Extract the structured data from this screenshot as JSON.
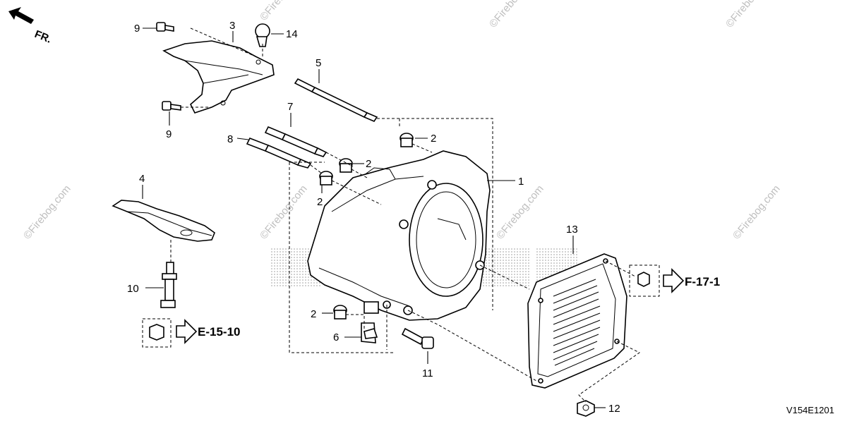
{
  "watermark": "©Firebog.com",
  "direction_label": "FR.",
  "references": {
    "right": "F-17-1",
    "left": "E-15-10"
  },
  "diagram_code": "V154E1201",
  "callouts": {
    "c1": "1",
    "c2a": "2",
    "c2b": "2",
    "c2c": "2",
    "c2d": "2",
    "c3": "3",
    "c4": "4",
    "c5": "5",
    "c6": "6",
    "c7": "7",
    "c8": "8",
    "c9a": "9",
    "c9b": "9",
    "c10": "10",
    "c11": "11",
    "c12": "12",
    "c13": "13",
    "c14": "14"
  }
}
